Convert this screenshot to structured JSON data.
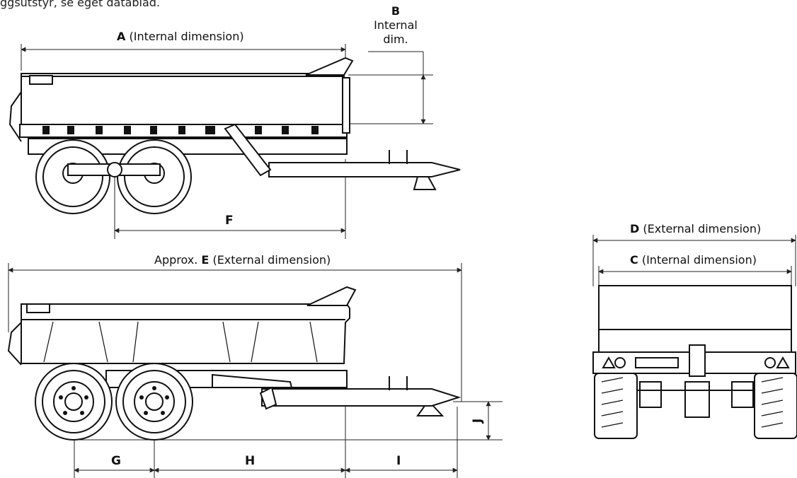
{
  "caption": "ggsutstyr, se eget datablad.",
  "labels": {
    "A": {
      "letter": "A",
      "text": " (Internal dimension)"
    },
    "B": {
      "letter": "B",
      "line1": "Internal",
      "line2": "dim."
    },
    "C": {
      "letter": "C",
      "text": " (Internal dimension)"
    },
    "D": {
      "letter": "D",
      "text": " (External dimension)"
    },
    "E": {
      "prefix": "Approx. ",
      "letter": "E",
      "text": " (External dimension)"
    },
    "F": "F",
    "G": "G",
    "H": "H",
    "I": "I",
    "J": "J"
  },
  "views": [
    "side-view-top",
    "side-view-bottom",
    "rear-view"
  ]
}
